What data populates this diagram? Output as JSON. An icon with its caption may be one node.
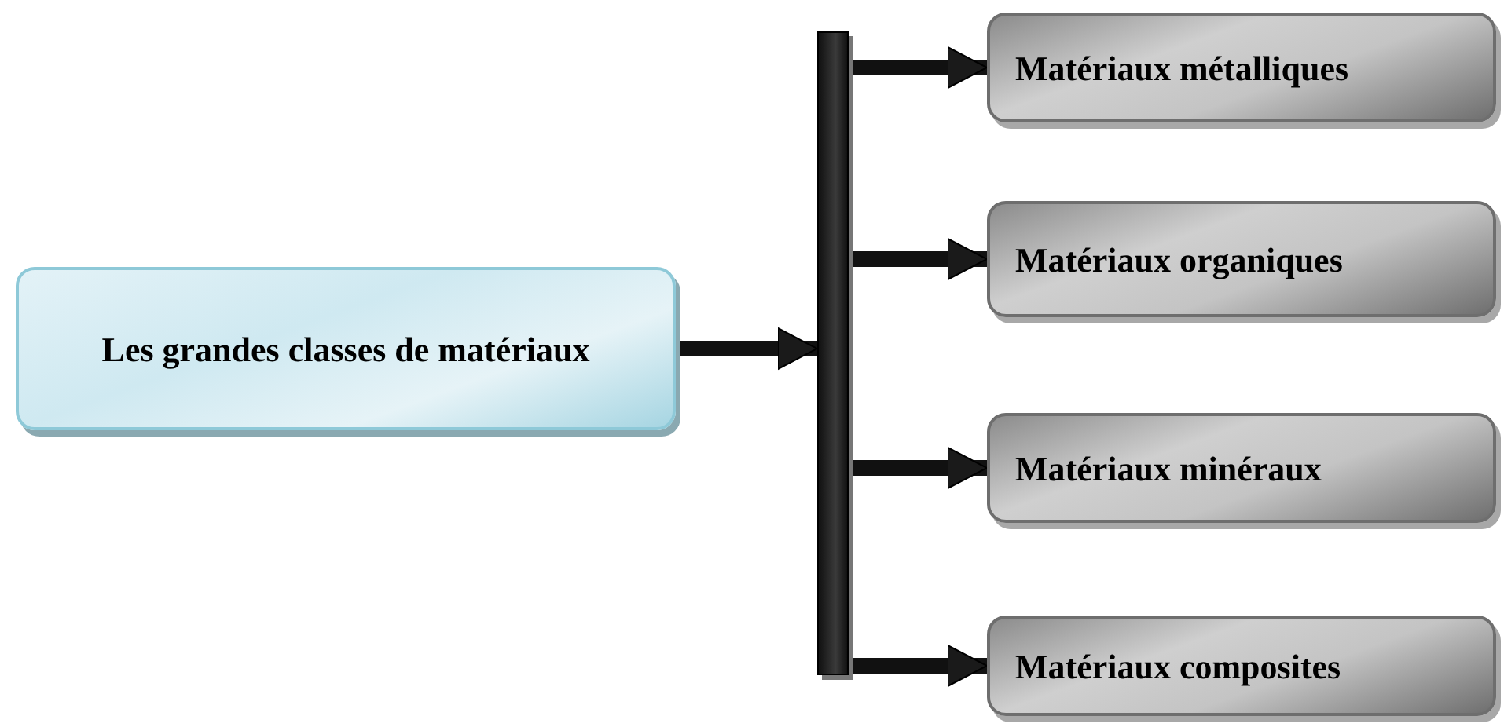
{
  "diagram": {
    "nodes": [
      {
        "text": [
          "Les grandes classes de matériaux"
        ]
      },
      {
        "text": [],
        "shape": "bar"
      },
      {
        "text": [
          "Matériaux métalliques"
        ]
      },
      {
        "text": [
          "Matériaux organiques"
        ]
      },
      {
        "text": [
          "Matériaux minéraux"
        ]
      },
      {
        "text": [
          "Matériaux composites"
        ]
      }
    ],
    "edges": [
      {
        "from": 0,
        "to": 1,
        "arrow": "to"
      },
      {
        "from": 1,
        "to": 2,
        "arrow": "to"
      },
      {
        "from": 1,
        "to": 3,
        "arrow": "to"
      },
      {
        "from": 1,
        "to": 4,
        "arrow": "to"
      },
      {
        "from": 1,
        "to": 5,
        "arrow": "to"
      }
    ]
  }
}
